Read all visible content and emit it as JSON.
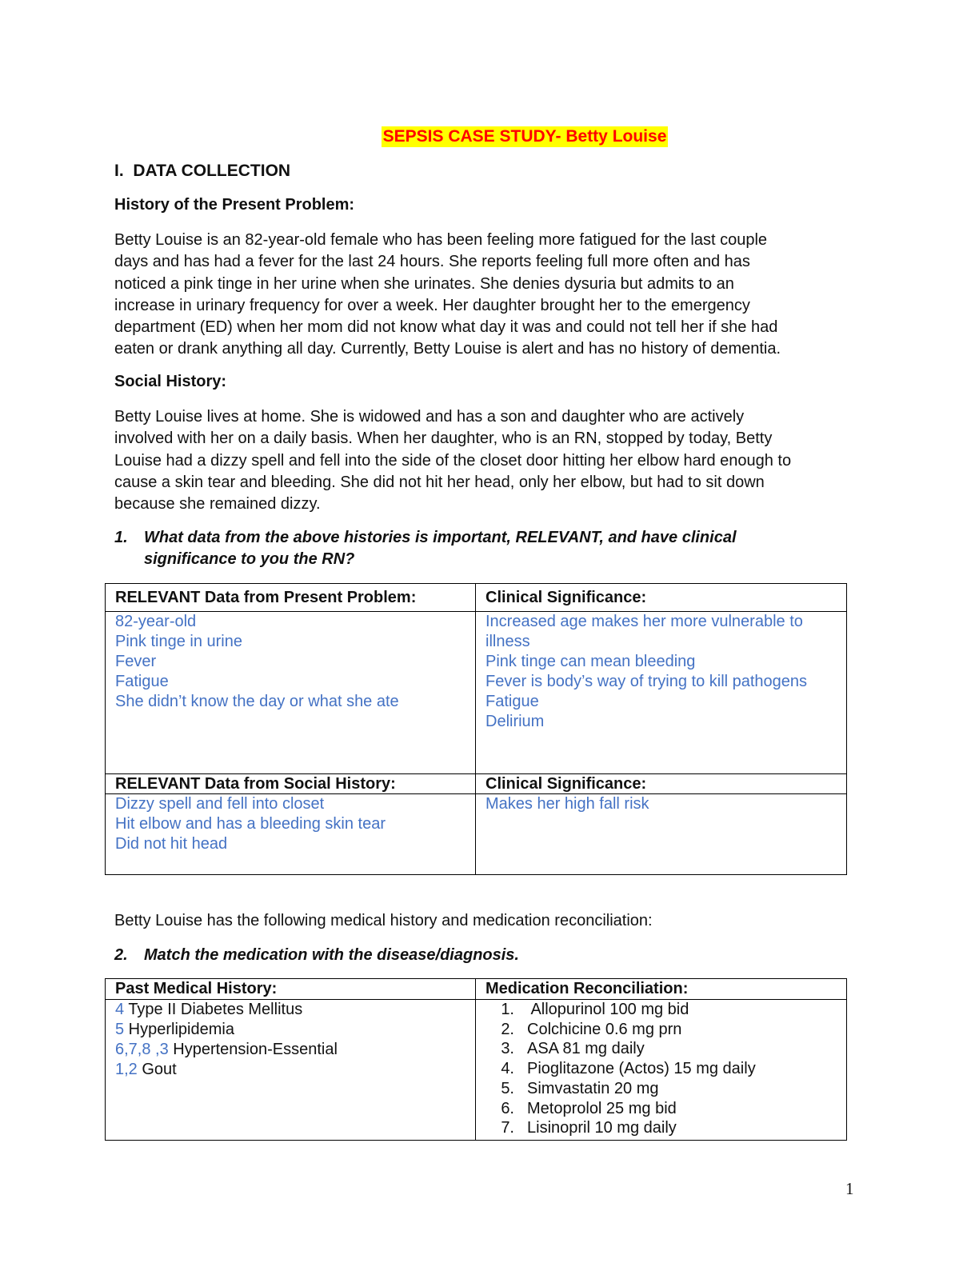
{
  "title": "SEPSIS CASE STUDY- Betty Louise",
  "section_heading": "I.  DATA COLLECTION",
  "history_heading": "History of the Present Problem:",
  "history_lines": [
    "Betty Louise is an 82-year-old female who has been feeling more fatigued for the last couple",
    "days and has had a fever for the last 24 hours. She reports feeling full more often and has",
    "noticed a pink tinge in her urine when she urinates. She denies dysuria but admits to an",
    "increase in urinary frequency for over a week. Her daughter brought her to the emergency",
    "department (ED) when her mom did not know what day it was and could not tell her if she had",
    "eaten or drank anything all day. Currently, Betty Louise is alert and has no history of dementia."
  ],
  "social_heading": "Social History:",
  "social_lines": [
    "Betty Louise lives at home. She is widowed and has a son and daughter who are actively",
    "involved with her on a daily basis. When her daughter, who is an RN, stopped by today, Betty",
    "Louise had a dizzy spell and fell into the side of the closet door hitting her elbow hard enough to",
    "cause a skin tear and bleeding. She did not hit her head, only her elbow, but had to sit down",
    "because she remained dizzy."
  ],
  "question1": {
    "number": "1.",
    "line1": "What data from the above histories is important, RELEVANT, and have clinical",
    "line2": "significance to you the RN?"
  },
  "table1": {
    "present_header": "RELEVANT Data from Present Problem:",
    "significance_header": "Clinical Significance:",
    "present_items": [
      "82-year-old",
      "Pink tinge in urine",
      "Fever",
      "Fatigue",
      "She didn’t know the day or what she ate"
    ],
    "present_significance": [
      "Increased age makes her more vulnerable to",
      "illness",
      "Pink tinge can mean bleeding",
      "Fever is body’s way of trying to kill pathogens",
      "Fatigue",
      "Delirium"
    ],
    "social_header": "RELEVANT Data from Social History:",
    "social_significance_header": "Clinical Significance:",
    "social_items": [
      "Dizzy spell and fell into closet",
      "Hit elbow and has a bleeding skin tear",
      "Did not hit head"
    ],
    "social_significance": [
      "Makes her high fall risk"
    ]
  },
  "intro2": "Betty Louise has the following medical history and medication reconciliation:",
  "question2": {
    "number": "2.",
    "text": "Match the medication with the disease/diagnosis."
  },
  "table2": {
    "pmh_header": "Past Medical History:",
    "med_header": "Medication Reconciliation:",
    "pmh": [
      {
        "answer": "4",
        "diagnosis": " Type II Diabetes Mellitus"
      },
      {
        "answer": "5",
        "diagnosis": " Hyperlipidemia"
      },
      {
        "answer": "6,7,8 ,3",
        "diagnosis": " Hypertension-Essential"
      },
      {
        "answer": "1,2",
        "diagnosis": " Gout"
      }
    ],
    "meds": [
      {
        "n": "1.",
        "t": " Allopurinol 100 mg bid"
      },
      {
        "n": "2.",
        "t": "Colchicine 0.6 mg prn"
      },
      {
        "n": "3.",
        "t": "ASA 81 mg daily"
      },
      {
        "n": "4.",
        "t": "Pioglitazone (Actos) 15 mg daily"
      },
      {
        "n": "5.",
        "t": "Simvastatin 20 mg"
      },
      {
        "n": "6.",
        "t": "Metoprolol 25 mg bid"
      },
      {
        "n": "7.",
        "t": "Lisinopril 10 mg daily"
      }
    ]
  },
  "page_number": "1",
  "colors": {
    "answer_blue": "#4472c4",
    "title_red": "#ff0000",
    "highlight_yellow": "#ffff00"
  }
}
